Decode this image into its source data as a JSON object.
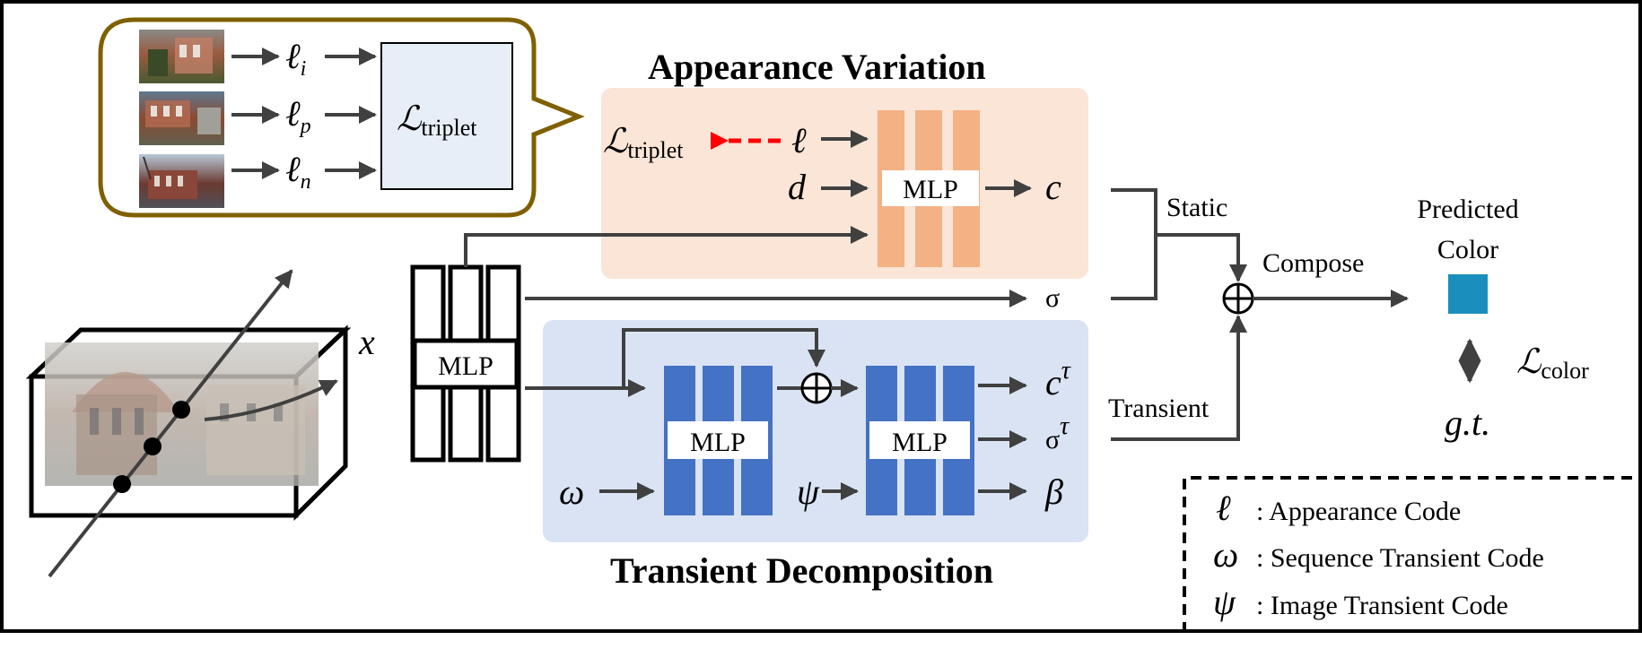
{
  "titles": {
    "appearance": "Appearance Variation",
    "transient": "Transient Decomposition"
  },
  "bubble": {
    "l_i": "ℓ",
    "l_i_sub": "i",
    "l_p": "ℓ",
    "l_p_sub": "p",
    "l_n": "ℓ",
    "l_n_sub": "n",
    "triplet_main": "ℒ",
    "triplet_sub": "triplet"
  },
  "appearance": {
    "triplet_main": "ℒ",
    "triplet_sub": "triplet",
    "ell": "ℓ",
    "d": "d",
    "mlp": "MLP",
    "c": "c"
  },
  "shared": {
    "mlp": "MLP",
    "x": "x",
    "sigma": "σ"
  },
  "transient": {
    "mlp1": "MLP",
    "mlp2": "MLP",
    "omega": "ω",
    "psi": "ψ",
    "c": "c",
    "c_sup": "τ",
    "sigma": "σ",
    "sigma_sup": "τ",
    "beta": "β"
  },
  "compose": {
    "static": "Static",
    "transient": "Transient",
    "compose": "Compose",
    "predicted_line1": "Predicted",
    "predicted_line2": "Color",
    "loss_main": "ℒ",
    "loss_sub": "color",
    "gt": "g.t."
  },
  "legend": [
    {
      "symbol": "ℓ",
      "text": ": Appearance Code"
    },
    {
      "symbol": "ω",
      "text": ": Sequence Transient Code"
    },
    {
      "symbol": "ψ",
      "text": ": Image Transient Code"
    }
  ],
  "colors": {
    "appearance_panel": "#fbe5d6",
    "appearance_mlp": "#f4b183",
    "transient_panel": "#dae3f3",
    "transient_mlp": "#4472c4",
    "bubble_border": "#7f6000",
    "triplet_box": "#e8eef8",
    "predicted_color": "#1a8fbd",
    "triplet_arrow": "#ff0000"
  }
}
